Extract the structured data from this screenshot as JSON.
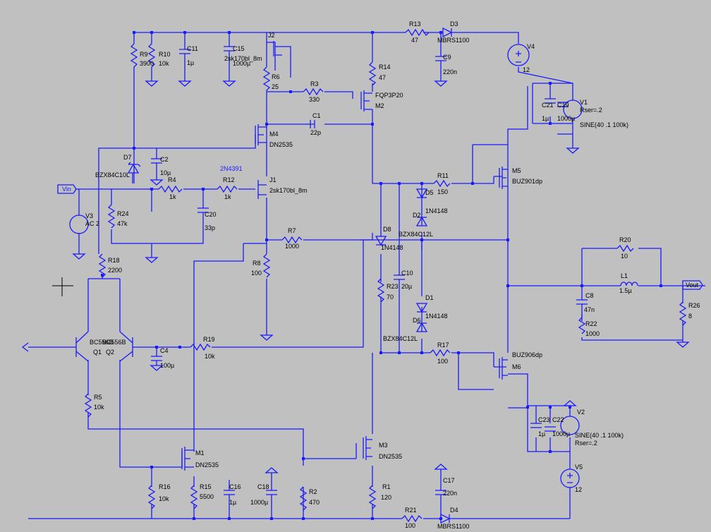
{
  "components": {
    "R9": {
      "name": "R9",
      "value": "3900"
    },
    "R10": {
      "name": "R10",
      "value": "10k"
    },
    "C11": {
      "name": "C11",
      "value": "1µ"
    },
    "C15": {
      "name": "C15",
      "value": "1000µ",
      "model": "2sk170bl_8m"
    },
    "J2": {
      "name": "J2"
    },
    "R6": {
      "name": "R6",
      "value": "25"
    },
    "R3": {
      "name": "R3",
      "value": "330"
    },
    "R14": {
      "name": "R14",
      "value": "47"
    },
    "M2": {
      "name": "M2",
      "model": "FQP3P20"
    },
    "R13": {
      "name": "R13",
      "value": "47"
    },
    "D3": {
      "name": "D3",
      "model": "MBRS1100"
    },
    "C9": {
      "name": "C9",
      "value": "220n"
    },
    "V4": {
      "name": "V4",
      "value": "12"
    },
    "V1": {
      "name": "V1",
      "rser": "Rser=.2",
      "sine": "SINE(40 .1 100k)"
    },
    "C21": {
      "name": "C21",
      "value": "1µ"
    },
    "C19": {
      "name": "C19",
      "value": "1000µ"
    },
    "C1": {
      "name": "C1",
      "value": "22p"
    },
    "M4": {
      "name": "M4",
      "model": "DN2535"
    },
    "D7": {
      "name": "D7",
      "model": "BZX84C10L"
    },
    "C2": {
      "name": "C2",
      "value": "10µ"
    },
    "J1": {
      "name": "J1",
      "model": "2sk170bl_8m",
      "label": "2N4391"
    },
    "R4": {
      "name": "R4",
      "value": "1k"
    },
    "R12": {
      "name": "R12",
      "value": "1k"
    },
    "C20": {
      "name": "C20",
      "value": "33p"
    },
    "V3": {
      "name": "V3",
      "value": "AC 2"
    },
    "R24": {
      "name": "R24",
      "value": "47k"
    },
    "R7": {
      "name": "R7",
      "value": "1000"
    },
    "R8": {
      "name": "R8",
      "value": "100"
    },
    "R18": {
      "name": "R18",
      "value": "2200"
    },
    "Q1": {
      "name": "Q1",
      "model": "BC556B"
    },
    "Q2": {
      "name": "Q2",
      "model": "BC556B"
    },
    "C4": {
      "name": "C4",
      "value": "100µ"
    },
    "R19": {
      "name": "R19",
      "value": "10k"
    },
    "R5": {
      "name": "R5",
      "value": "10k"
    },
    "R11": {
      "name": "R11",
      "value": "150"
    },
    "M5": {
      "name": "M5",
      "model": "BUZ901dp"
    },
    "D5": {
      "name": "D5",
      "model": "1N4148"
    },
    "D2": {
      "name": "D2",
      "model": "1N4148"
    },
    "D8": {
      "name": "D8",
      "model": "BZX84C12L"
    },
    "D8b": {
      "model": "1N4148"
    },
    "R23": {
      "name": "R23",
      "value": "70"
    },
    "C10": {
      "name": "C10",
      "value": "20µ"
    },
    "D1": {
      "name": "D1",
      "model": "1N4148"
    },
    "D6": {
      "name": "D6",
      "model": "BZX84C12L"
    },
    "R17": {
      "name": "R17",
      "value": "100"
    },
    "M6": {
      "name": "M6",
      "model": "BUZ906dp"
    },
    "R20": {
      "name": "R20",
      "value": "10"
    },
    "L1": {
      "name": "L1",
      "value": "1.5µ"
    },
    "C8": {
      "name": "C8",
      "value": "47n"
    },
    "R22": {
      "name": "R22",
      "value": "1000"
    },
    "R26": {
      "name": "R26",
      "value": "8"
    },
    "V2": {
      "name": "V2",
      "sine": "SINE(40 .1 100k)",
      "rser": "Rser=.2"
    },
    "C23": {
      "name": "C23",
      "value": "1µ"
    },
    "C22": {
      "name": "C22",
      "value": "1000µ"
    },
    "V5": {
      "name": "V5",
      "value": "12"
    },
    "M1": {
      "name": "M1",
      "model": "DN2535"
    },
    "M3": {
      "name": "M3",
      "model": "DN2535"
    },
    "R16": {
      "name": "R16",
      "value": "10k"
    },
    "R15": {
      "name": "R15",
      "value": "5500"
    },
    "C16": {
      "name": "C16",
      "value": "1µ"
    },
    "C18": {
      "name": "C18",
      "value": "1000µ"
    },
    "R2": {
      "name": "R2",
      "value": "470"
    },
    "R1": {
      "name": "R1",
      "value": "120"
    },
    "C17": {
      "name": "C17",
      "value": "220n"
    },
    "R21": {
      "name": "R21",
      "value": "100"
    },
    "D4": {
      "name": "D4",
      "model": "MBRS1100"
    }
  },
  "nets": {
    "vin": "Vin",
    "vout": "Vout"
  }
}
